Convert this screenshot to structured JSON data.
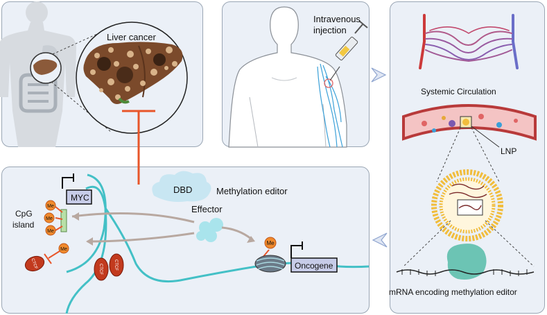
{
  "panel_liver": {
    "title": "Liver cancer"
  },
  "panel_injection": {
    "line1": "Intravenous",
    "line2": "injection"
  },
  "panel_circulation": {
    "title": "Systemic Circulation",
    "lnp_label": "LNP",
    "mrna_label": "mRNA encoding methylation editor"
  },
  "panel_editor": {
    "dbd_label": "DBD",
    "editor_label": "Methylation editor",
    "effector_label": "Effector",
    "myc_label": "MYC",
    "cpg_line1": "CpG",
    "cpg_line2": "island",
    "me_label": "Me",
    "ctcf_label": "CTCF",
    "oncogene_label": "Oncogene"
  },
  "colors": {
    "panel_bg": "#ebf0f7",
    "inhibit": "#e8562a",
    "dna": "#43c0c6",
    "methyl": "#f08a2c",
    "ctcf": "#c23a1e",
    "artery": "#cc3a3a",
    "vein": "#6a6ec8",
    "lnp": "#f1bd3d",
    "effector": "#a9e4ec",
    "cloud": "#c8e6f2"
  }
}
